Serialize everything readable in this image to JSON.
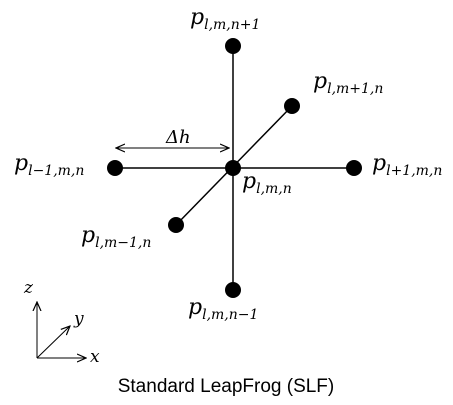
{
  "nodes": {
    "center": {
      "base": "p",
      "sub": "l,m,n"
    },
    "top": {
      "base": "p",
      "sub": "l,m,n+1"
    },
    "bottom": {
      "base": "p",
      "sub": "l,m,n−1"
    },
    "left": {
      "base": "p",
      "sub": "l−1,m,n"
    },
    "right": {
      "base": "p",
      "sub": "l+1,m,n"
    },
    "back": {
      "base": "p",
      "sub": "l,m+1,n"
    },
    "front": {
      "base": "p",
      "sub": "l,m−1,n"
    }
  },
  "spacing_label": "Δh",
  "axes": {
    "z": "z",
    "y": "y",
    "x": "x"
  },
  "caption": "Standard LeapFrog (SLF)",
  "colors": {
    "stroke": "#000000",
    "node": "#000000"
  }
}
